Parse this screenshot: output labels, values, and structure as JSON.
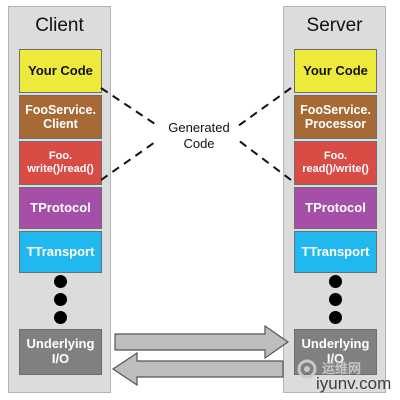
{
  "client": {
    "title": "Client",
    "layers": {
      "your_code": "Your Code",
      "service": "FooService.\nClient",
      "foo": "Foo.\nwrite()/read()",
      "protocol": "TProtocol",
      "transport": "TTransport",
      "underlying": "Underlying\nI/O"
    }
  },
  "server": {
    "title": "Server",
    "layers": {
      "your_code": "Your Code",
      "service": "FooService.\nProcessor",
      "foo": "Foo.\nread()/write()",
      "protocol": "TProtocol",
      "transport": "TTransport",
      "underlying": "Underlying\nI/O"
    }
  },
  "generated_code_label": "Generated\nCode",
  "watermark": {
    "top": "运维网",
    "bottom": "iyunv.com"
  },
  "colors": {
    "column_bg": "#dcdcdc",
    "your_code": "#eeea3c",
    "service": "#a86a34",
    "foo": "#d94b45",
    "protocol": "#a64fa9",
    "transport": "#21b8ef",
    "underlying": "#808080",
    "arrow": "#bdbdbd"
  }
}
